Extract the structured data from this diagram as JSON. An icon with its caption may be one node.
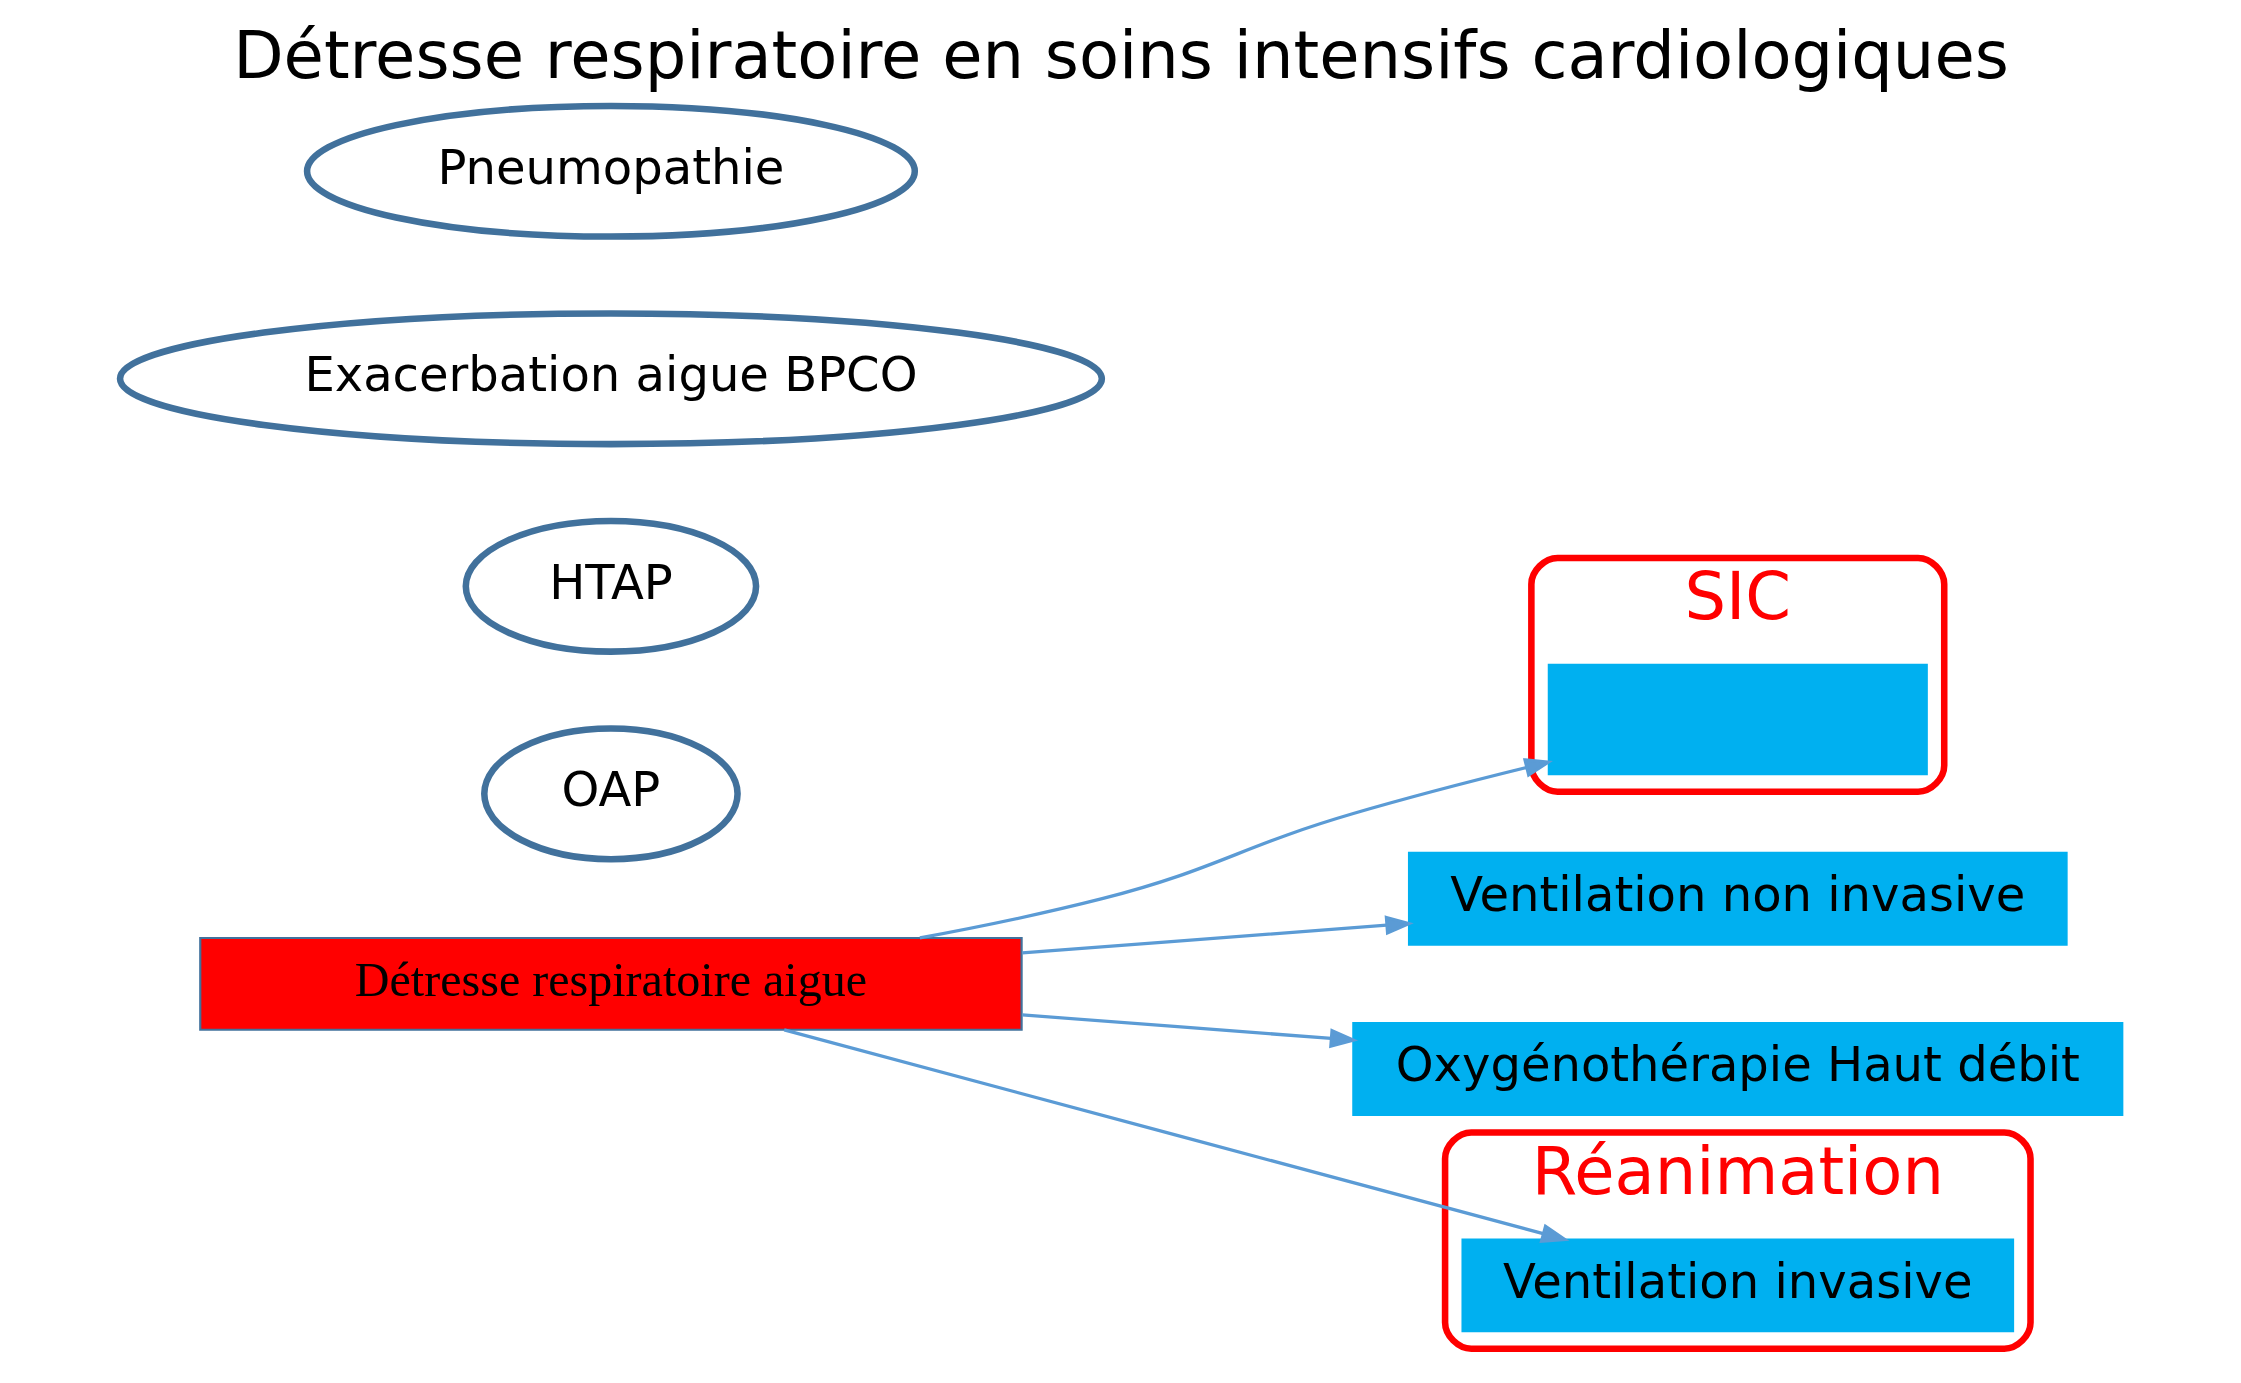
{
  "diagram": {
    "title": "Détresse respiratoire en soins intensifs cardiologiques",
    "nodes": [
      {
        "text": [
          "SIC"
        ]
      },
      {
        "text": [],
        "shape": "box",
        "in": 0
      },
      {
        "text": [
          "OAP"
        ]
      },
      {
        "text": [
          "Ventilation non invasive"
        ]
      },
      {
        "text": [
          "HTAP"
        ]
      },
      {
        "text": [
          "Détresse respiratoire aigue"
        ]
      },
      {
        "text": [
          "Oxygénothérapie Haut débit"
        ]
      },
      {
        "text": [
          "Réanimation"
        ]
      },
      {
        "text": [
          "Exacerbation aigue BPCO"
        ]
      },
      {
        "text": [
          "Ventilation invasive"
        ],
        "in": 7
      },
      {
        "text": [
          "Pneumopathie"
        ]
      }
    ],
    "edges": [
      {
        "from": 5,
        "to": 1,
        "arrow": "to"
      },
      {
        "from": 5,
        "to": 3,
        "arrow": "to"
      },
      {
        "from": 5,
        "to": 6,
        "arrow": "to"
      },
      {
        "from": 5,
        "to": 9,
        "arrow": "to"
      }
    ]
  }
}
